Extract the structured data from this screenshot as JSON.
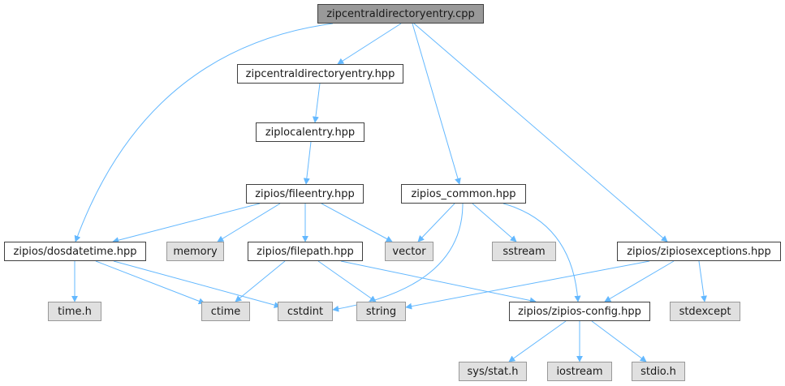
{
  "colors": {
    "edge": "#63b8ff",
    "border": "#404040",
    "root_fill": "#999999",
    "system_fill": "#e0e0e0",
    "system_border": "#999999"
  },
  "nodes": {
    "root": "zipcentraldirectoryentry.cpp",
    "zcde_hpp": "zipcentraldirectoryentry.hpp",
    "ziplocalentry": "ziplocalentry.hpp",
    "fileentry": "zipios/fileentry.hpp",
    "common": "zipios_common.hpp",
    "dosdatetime": "zipios/dosdatetime.hpp",
    "memory": "memory",
    "filepath": "zipios/filepath.hpp",
    "vector": "vector",
    "sstream": "sstream",
    "exceptions": "zipios/zipiosexceptions.hpp",
    "timeh": "time.h",
    "ctime": "ctime",
    "cstdint": "cstdint",
    "string": "string",
    "config": "zipios/zipios-config.hpp",
    "stdexcept": "stdexcept",
    "sysstat": "sys/stat.h",
    "iostream": "iostream",
    "stdio": "stdio.h"
  }
}
